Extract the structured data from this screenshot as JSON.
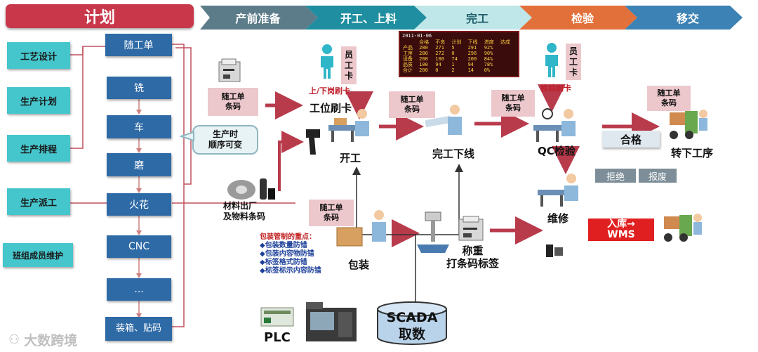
{
  "plan": {
    "title": "计划",
    "left_items": [
      "工艺设计",
      "生产计划",
      "生产排程",
      "生产派工",
      "班组成员维护"
    ],
    "flow": [
      "随工单",
      "铣",
      "车",
      "磨",
      "火花",
      "CNC",
      "...",
      "装箱、贴码"
    ],
    "callout": [
      "生产时",
      "顺序可变"
    ]
  },
  "phases": [
    "产前准备",
    "开工、上料",
    "完工",
    "检验",
    "移交"
  ],
  "ticket": [
    "随工单",
    "条码"
  ],
  "card": [
    "员",
    "工",
    "卡"
  ],
  "labels": {
    "shift_card": "上/下岗刷卡",
    "station_card": "工位刷卡",
    "start": "开工",
    "material": [
      "材料出厂",
      "及物料条码"
    ],
    "finish_line": "完工下线",
    "inspect_card": "检验刷卡",
    "qc": "QC检验",
    "pass": "合格",
    "next_process": "转下工序",
    "reject": "拒绝",
    "scrap": "报废",
    "repair": "维修",
    "warehouse": [
      "入库→",
      "WMS"
    ],
    "pack": "包装",
    "weigh": [
      "称重",
      "打条码标签"
    ],
    "plc": "PLC",
    "scada": [
      "SCADA",
      "取数"
    ]
  },
  "pack_notes": {
    "title": "包装管制的重点：",
    "items": [
      "包装数量防错",
      "包装内容物防错",
      "标签格式防错",
      "标签标示内容防错"
    ]
  },
  "board": {
    "date": "2011-01-06",
    "headers": [
      "",
      "合格",
      "不良",
      "计划",
      "下线",
      "进度",
      "达成"
    ],
    "rows": [
      [
        "产品",
        "280",
        "271",
        "5",
        "291",
        "92%"
      ],
      [
        "工序",
        "280",
        "272",
        "0",
        "296",
        "90%"
      ],
      [
        "设备",
        "200",
        "100",
        "74",
        "200",
        "84%"
      ],
      [
        "品质",
        "100",
        "94",
        "1",
        "94",
        "78%"
      ],
      [
        "合计",
        "200",
        "0",
        "2",
        "14",
        "0%"
      ]
    ]
  },
  "watermark": "大数跨境",
  "colors": {
    "plan_red": "#c8374a",
    "phase_dark": "#5c7c8a",
    "phase_teal": "#1f8ea0",
    "phase_light": "#bfe6e8",
    "phase_orange": "#e2703a",
    "phase_blue": "#3c82b4",
    "teal": "#45c6cc",
    "blue": "#2e6aa6",
    "arrow": "#b83b4c"
  }
}
